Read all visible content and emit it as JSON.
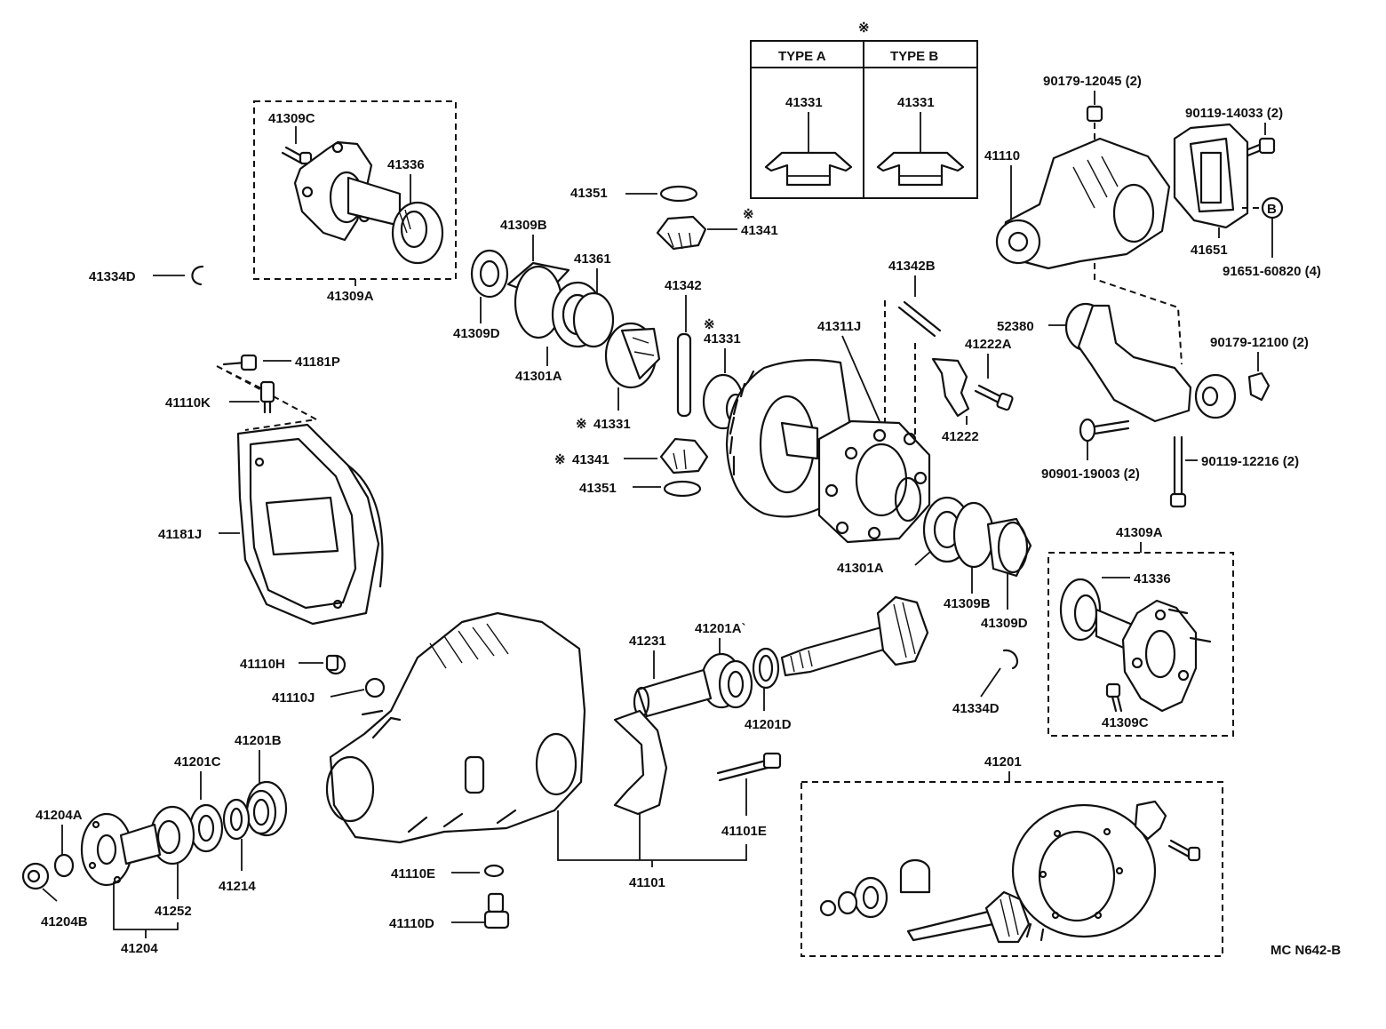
{
  "labels": {
    "p41309C_top": "41309C",
    "p41336_top": "41336",
    "p41309A_top": "41309A",
    "p41334D_left": "41334D",
    "p41351_top": "41351",
    "p41341_top": "41341",
    "p41309B_left": "41309B",
    "p41361": "41361",
    "p41309D_left": "41309D",
    "p41301A_left": "41301A",
    "p41342": "41342",
    "p41331_mid": "41331",
    "p41331_low": "41331",
    "p41341_low": "41341",
    "p41351_low": "41351",
    "p41181P": "41181P",
    "p41110K": "41110K",
    "p41181J": "41181J",
    "p41342B": "41342B",
    "p41311J": "41311J",
    "p41222A": "41222A",
    "p41222": "41222",
    "p41110": "41110",
    "p90179_12045": "90179-12045 (2)",
    "p90119_14033": "90119-14033 (2)",
    "p41651": "41651",
    "p91651_60820": "91651-60820 (4)",
    "p52380": "52380",
    "p90179_12100": "90179-12100 (2)",
    "p90901_19003": "90901-19003 (2)",
    "p90119_12216": "90119-12216 (2)",
    "p41301A_right": "41301A",
    "p41309B_right": "41309B",
    "p41309D_right": "41309D",
    "p41309A_right": "41309A",
    "p41336_right": "41336",
    "p41309C_right": "41309C",
    "p41334D_right": "41334D",
    "p41201A": "41201A`",
    "p41231": "41231",
    "p41201D": "41201D",
    "p41101E": "41101E",
    "p41101": "41101",
    "p41201": "41201",
    "p41110H": "41110H",
    "p41110J": "41110J",
    "p41201C": "41201C",
    "p41201B": "41201B",
    "p41204A": "41204A",
    "p41204B": "41204B",
    "p41204": "41204",
    "p41252": "41252",
    "p41214": "41214",
    "p41110E": "41110E",
    "p41110D": "41110D"
  },
  "type_table": {
    "marker": "※",
    "type_a_header": "TYPE  A",
    "type_b_header": "TYPE  B",
    "type_a_part": "41331",
    "type_b_part": "41331"
  },
  "note_marker": "※",
  "circled_ref": "B",
  "diagram_code": "MC N642-B"
}
